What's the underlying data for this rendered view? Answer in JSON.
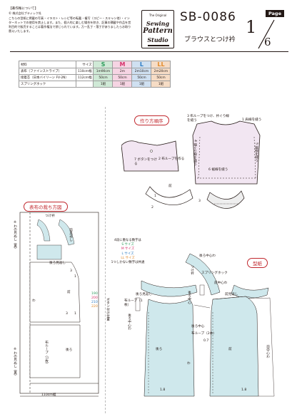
{
  "copyright": {
    "title": "【著作権について】",
    "owner": "© 株式会社ブティック社",
    "body": "こちらの型紙に掲載の写真・イラスト・レシピ等の転載・複写（コピー・スキャン他）・インターネットでの使用を禁止します。また、個人的に楽しむ場合を除き、記事の積載や作品を営利目的で販売することは著作権法で禁じられています。万一乱丁・落丁がありましたらお取り替えいたします。"
  },
  "logo": {
    "sub": "The Original",
    "line1": "Sewing",
    "line2": "Pattern",
    "line3": "Studio"
  },
  "header": {
    "code": "SB-0086",
    "subtitle": "ブラウスとつけ衿",
    "page_label": "Page",
    "page_num": "1",
    "page_total": "6"
  },
  "table": {
    "head": {
      "name": "材料",
      "size": "サイズ",
      "s": "S",
      "m": "M",
      "l": "L",
      "ll": "LL"
    },
    "rows": [
      {
        "name": "表布（ファインストライプ）",
        "width": "110cm幅",
        "s": "1m90cm",
        "m": "2m",
        "l": "2m10cm",
        "ll": "2m20cm"
      },
      {
        "name": "接着芯（日本バイリーン FV-2N）",
        "width": "112cm幅",
        "s": "50cm",
        "m": "50cm",
        "l": "50cm",
        "ll": "50cm"
      },
      {
        "name": "スプリングホック",
        "width": "",
        "s": "1組",
        "m": "1組",
        "l": "1組",
        "ll": "1組"
      }
    ]
  },
  "order": {
    "title": "作り方順序",
    "steps": [
      "1 肩線を縫う",
      "2 布ループを作る",
      "3 布ループをつけ、衿ぐり線を縫う",
      "4 袖ぐり線を縫う",
      "5 脇線を縫う",
      "6 裾線を縫う",
      "7 ボタンをつける",
      "8 衿を作る"
    ],
    "front_label": "前",
    "collar_labels": [
      "1",
      "2",
      "3"
    ]
  },
  "cutting": {
    "title": "表布の裁ち方図",
    "fabric_width": "110cm幅",
    "pieces": [
      "つけ衿",
      "前見返し",
      "後ろ見返し",
      "前",
      "後ろ",
      "布ループ（1枚）"
    ],
    "seam_note": "※わの見ぬし（裏）",
    "grain": "わ",
    "sizes": [
      "190",
      "200",
      "210",
      "220"
    ],
    "nums": [
      "3",
      "1",
      "3",
      "1"
    ]
  },
  "pattern": {
    "title": "型紙",
    "legend_title": "4段に重なる数字は",
    "legend_s": "S サイズ",
    "legend_m": "M サイズ",
    "legend_l": "L サイズ",
    "legend_ll": "LL サイズ",
    "legend_note": "1つしかない数字は共通",
    "labels": [
      "後ろ中心わ",
      "つけ衿",
      "スプリングホック",
      "前中心わ",
      "後ろ見返し",
      "前見返し",
      "後ろ",
      "前",
      "布ループ（1枚）",
      "ボタン付け位置",
      "後ろ中心わ",
      "後ろ中心",
      "1.8",
      "1.8",
      "前中心わ",
      "わ",
      "後ろ中心",
      "0.7",
      "布ループ（2本）"
    ]
  }
}
